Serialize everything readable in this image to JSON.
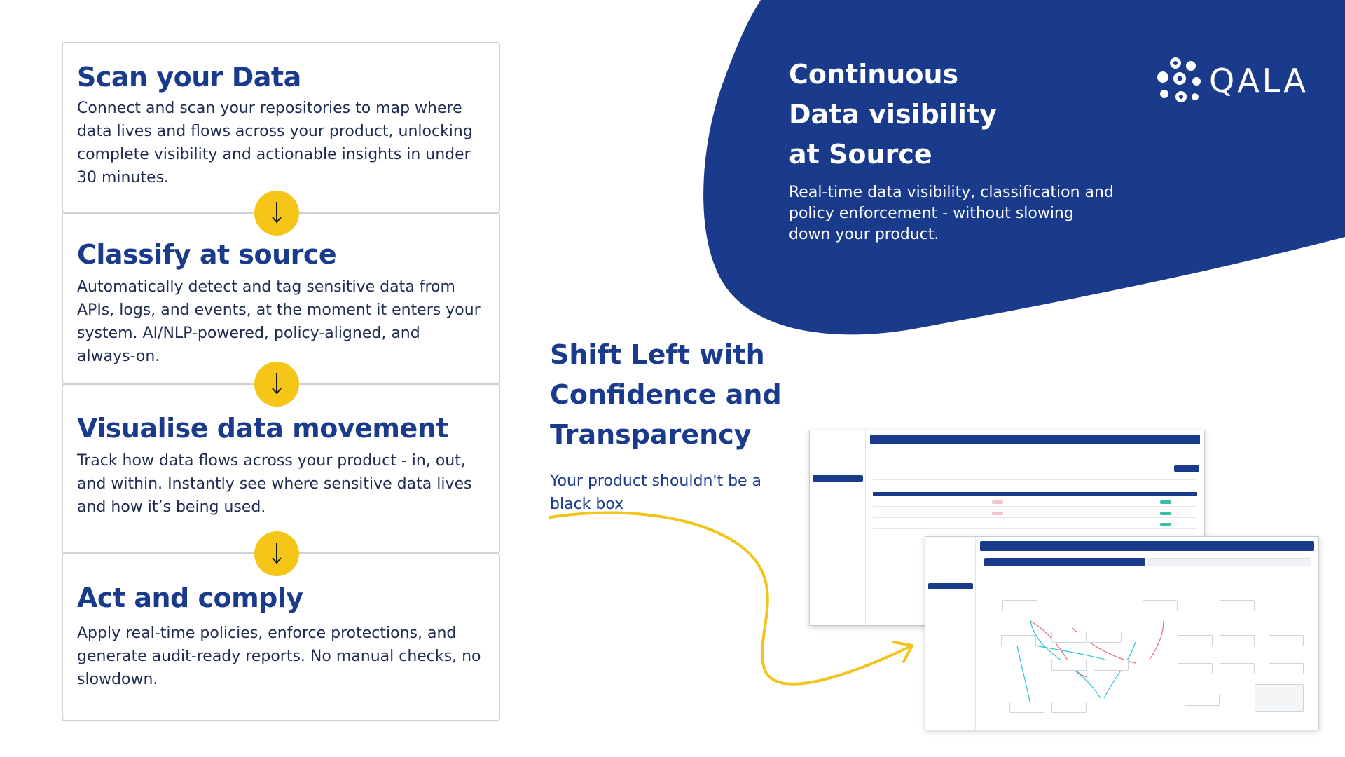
{
  "steps": [
    {
      "title": "Scan your Data",
      "body": "Connect and scan your repositories to map where data lives and flows across your product, unlocking complete visibility and actionable insights in under 30 minutes."
    },
    {
      "title": "Classify at source",
      "body": "Automatically detect and tag sensitive data from APIs, logs, and events, at the moment it enters your system. AI/NLP-powered, policy-aligned, and always-on."
    },
    {
      "title": "Visualise data movement",
      "body": "Track how data flows across your product - in, out, and within. Instantly see where sensitive data lives and how it’s being used."
    },
    {
      "title": "Act and comply",
      "body": "Apply real-time policies, enforce protections, and generate audit-ready reports. No manual checks, no slowdown."
    }
  ],
  "hero": {
    "title_lines": [
      "Continuous",
      "Data  visibility",
      "at Source"
    ],
    "subtitle": "Real-time data visibility, classification and policy enforcement - without slowing down your product."
  },
  "logo": {
    "text": "QALA",
    "icon": "molecule-logo-icon"
  },
  "shift": {
    "title_lines": [
      "Shift Left with",
      "Confidence and",
      "Transparency"
    ],
    "subtitle": "Your product shouldn't be a black box"
  },
  "colors": {
    "brand_blue": "#1a3b8c",
    "accent_yellow": "#f5c518",
    "card_border": "#cfd1d6"
  }
}
